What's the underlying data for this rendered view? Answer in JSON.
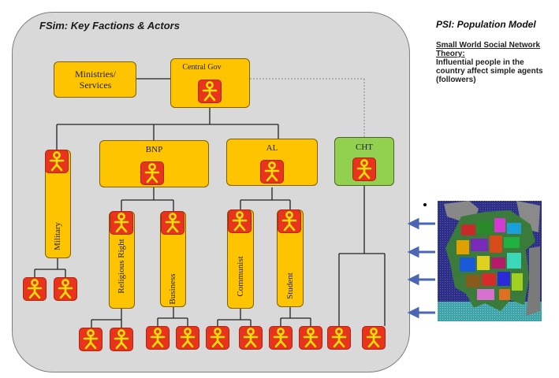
{
  "left_panel": {
    "title": "FSim: Key Factions & Actors"
  },
  "right_panel": {
    "title": "PSI: Population Model",
    "theory_heading": "Small World Social Network Theory:",
    "theory_body": "Influential people in the country affect simple agents (followers)"
  },
  "nodes": {
    "ministries": "Ministries/ Services",
    "central_gov": "Central Gov",
    "bnp": "BNP",
    "al": "AL",
    "cht": "CHT",
    "military": "Military",
    "religious_right": "Religious Right",
    "business": "Business",
    "communist": "Communist",
    "student": "Student"
  },
  "icons": {
    "actor": "stick-figure-icon",
    "map": "bangladesh-population-map"
  },
  "colors": {
    "faction": "#fec400",
    "cht": "#92d050",
    "actor": "#e8341c",
    "figure": "#ffe100",
    "arrow": "#4a66b5"
  }
}
